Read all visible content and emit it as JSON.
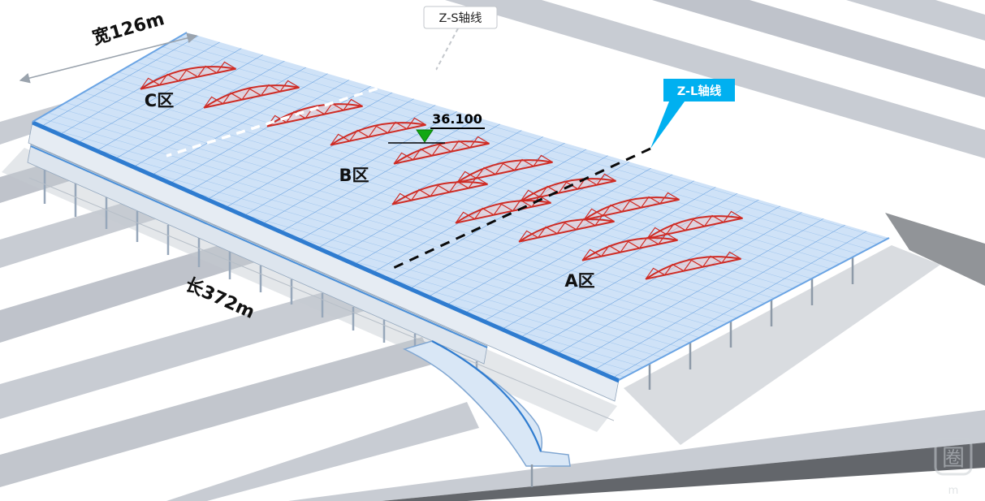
{
  "annotations": {
    "width_label": "宽126m",
    "length_label": "长372m",
    "zs_axis_label": "Z-S轴线",
    "zl_axis_label": "Z-L轴线",
    "zone_c": "C区",
    "zone_b": "B区",
    "zone_a": "A区",
    "elevation": "36.100"
  },
  "colors": {
    "steel_blue_edge": "#2f7cd0",
    "wire_blue": "#4a8fd8",
    "roof_base": "#cfe2f7",
    "truss_red": "#cf2b24",
    "axis_zl_bg": "#00b0f0",
    "axis_dashed_black": "#0a0a0a",
    "axis_dashed_white": "#ffffff",
    "elevation_green": "#12a812",
    "apron_gray": "#c8ccd3",
    "dark_band_gray": "#63666b"
  },
  "watermark": {
    "char": "圈",
    "sub": "m"
  }
}
